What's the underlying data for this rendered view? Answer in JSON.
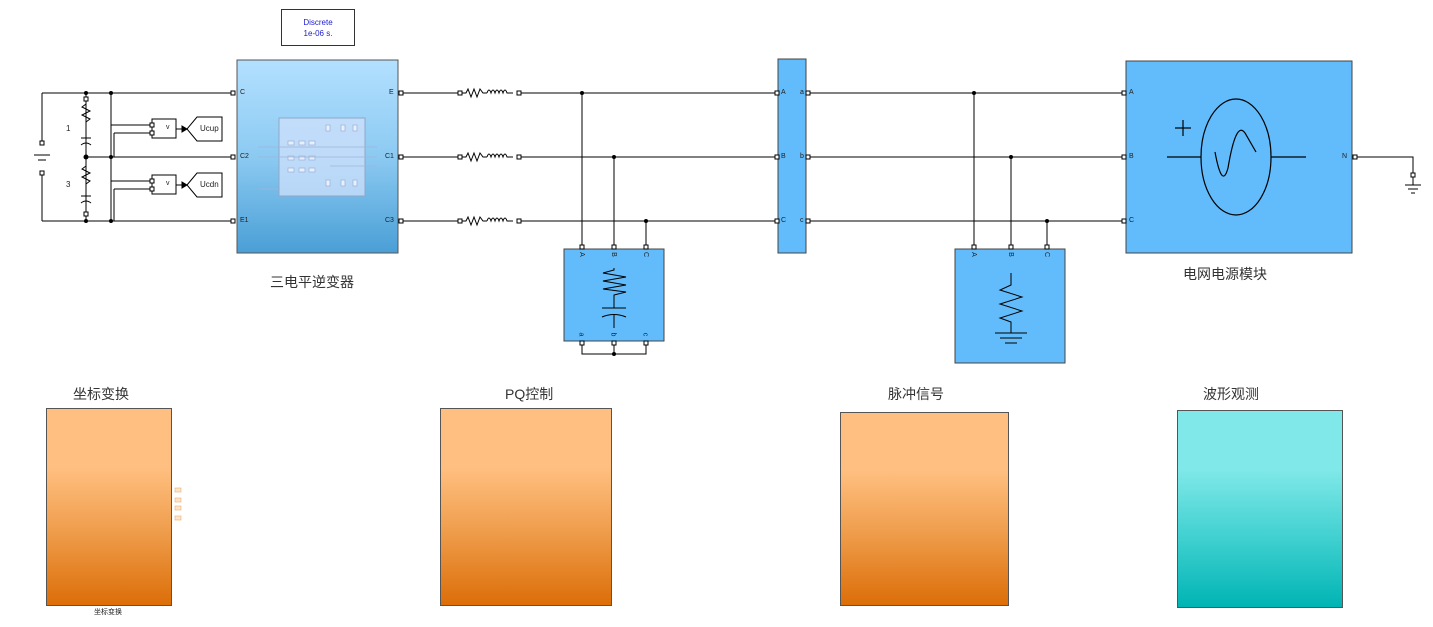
{
  "solver": {
    "line1": "Discrete",
    "line2": "1e-06 s."
  },
  "inverter": {
    "label": "三电平逆变器",
    "ports_left": [
      "C",
      "C2",
      "E1"
    ],
    "ports_right": [
      "E",
      "C1",
      "C3"
    ]
  },
  "dc_side": {
    "resistor_labels": [
      "1",
      "3"
    ],
    "measure_labels": [
      "v",
      "v"
    ],
    "goto_tags": [
      "Ucup",
      "Ucdn"
    ]
  },
  "breaker": {
    "ports_left": [
      "A",
      "B",
      "C"
    ],
    "ports_right": [
      "a",
      "b",
      "c"
    ]
  },
  "rc_filter": {
    "ports_top": [
      "A",
      "B",
      "C"
    ],
    "ports_bottom": [
      "a",
      "b",
      "c"
    ]
  },
  "load": {
    "ports_top": [
      "A",
      "B",
      "C"
    ]
  },
  "grid_source": {
    "label": "电网电源模块",
    "ports_left": [
      "A",
      "B",
      "C"
    ],
    "port_right": "N"
  },
  "subsystems": [
    {
      "title": "坐标变换",
      "caption": "坐标变换"
    },
    {
      "title": "PQ控制",
      "caption": ""
    },
    {
      "title": "脉冲信号",
      "caption": ""
    },
    {
      "title": "波形观测",
      "caption": ""
    }
  ],
  "colors": {
    "block_blue": "#62bbfa",
    "inverter_top": "#b3e0ff",
    "inverter_bottom": "#4a9fd6",
    "orange_top": "#ffbf80",
    "orange_bottom": "#dc6e08",
    "teal_top": "#80e8e8",
    "teal_bottom": "#00b4b4",
    "wire": "#000000"
  }
}
